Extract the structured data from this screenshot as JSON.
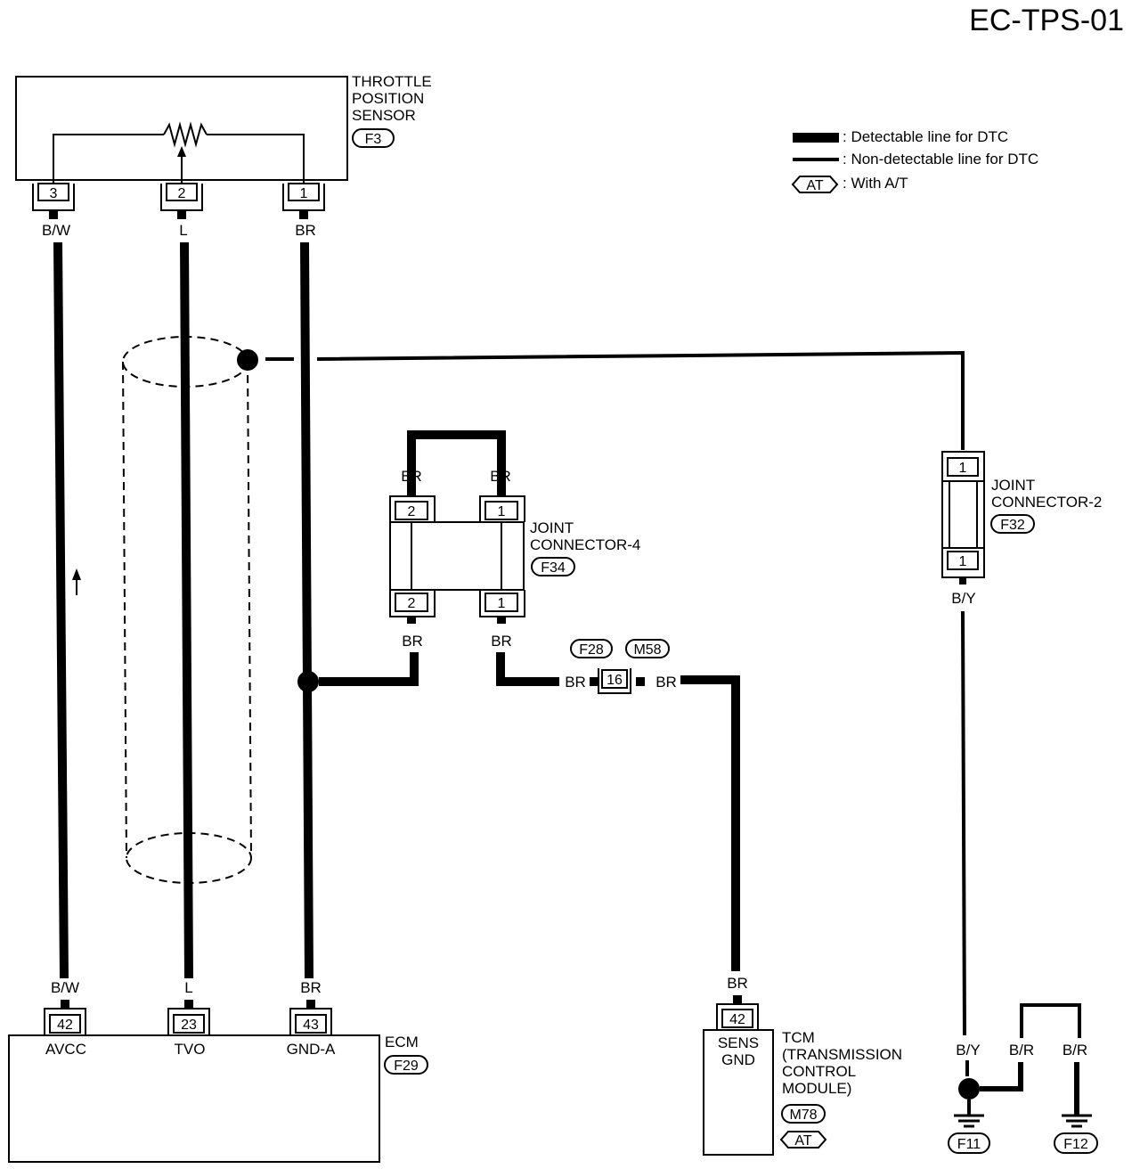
{
  "page_code": "EC-TPS-01",
  "legend": {
    "detectable": ": Detectable line for DTC",
    "non_detectable": ": Non-detectable line for DTC",
    "at_tag": "AT",
    "with_at": ": With A/T"
  },
  "tps": {
    "name_lines": [
      "THROTTLE",
      "POSITION",
      "SENSOR"
    ],
    "connector": "F3",
    "pins": [
      "3",
      "2",
      "1"
    ],
    "wire_colors": [
      "B/W",
      "L",
      "BR"
    ]
  },
  "jc4": {
    "name_lines": [
      "JOINT",
      "CONNECTOR-4"
    ],
    "connector": "F34",
    "top_pins": [
      "2",
      "1"
    ],
    "bottom_pins": [
      "2",
      "1"
    ],
    "top_colors": [
      "BR",
      "BR"
    ],
    "bottom_colors": [
      "BR",
      "BR"
    ]
  },
  "jc2": {
    "name_lines": [
      "JOINT",
      "CONNECTOR-2"
    ],
    "connector": "F32",
    "top_pin": "1",
    "bottom_pin": "1",
    "bottom_color": "B/Y"
  },
  "inline_connector": {
    "left": "F28",
    "right": "M58",
    "pin": "16",
    "left_color": "BR",
    "right_color": "BR"
  },
  "ecm": {
    "name": "ECM",
    "connector": "F29",
    "pins": [
      "42",
      "23",
      "43"
    ],
    "terminals": [
      "AVCC",
      "TVO",
      "GND-A"
    ],
    "wire_colors": [
      "B/W",
      "L",
      "BR"
    ]
  },
  "tcm": {
    "name_lines": [
      "TCM",
      "(TRANSMISSION",
      "CONTROL",
      "MODULE)"
    ],
    "connector": "M78",
    "at_tag": "AT",
    "pin": "42",
    "terminal_lines": [
      "SENS",
      "GND"
    ],
    "wire_color": "BR"
  },
  "grounds": {
    "colors": [
      "B/Y",
      "B/R",
      "B/R"
    ],
    "labels": [
      "F11",
      "F12"
    ]
  }
}
